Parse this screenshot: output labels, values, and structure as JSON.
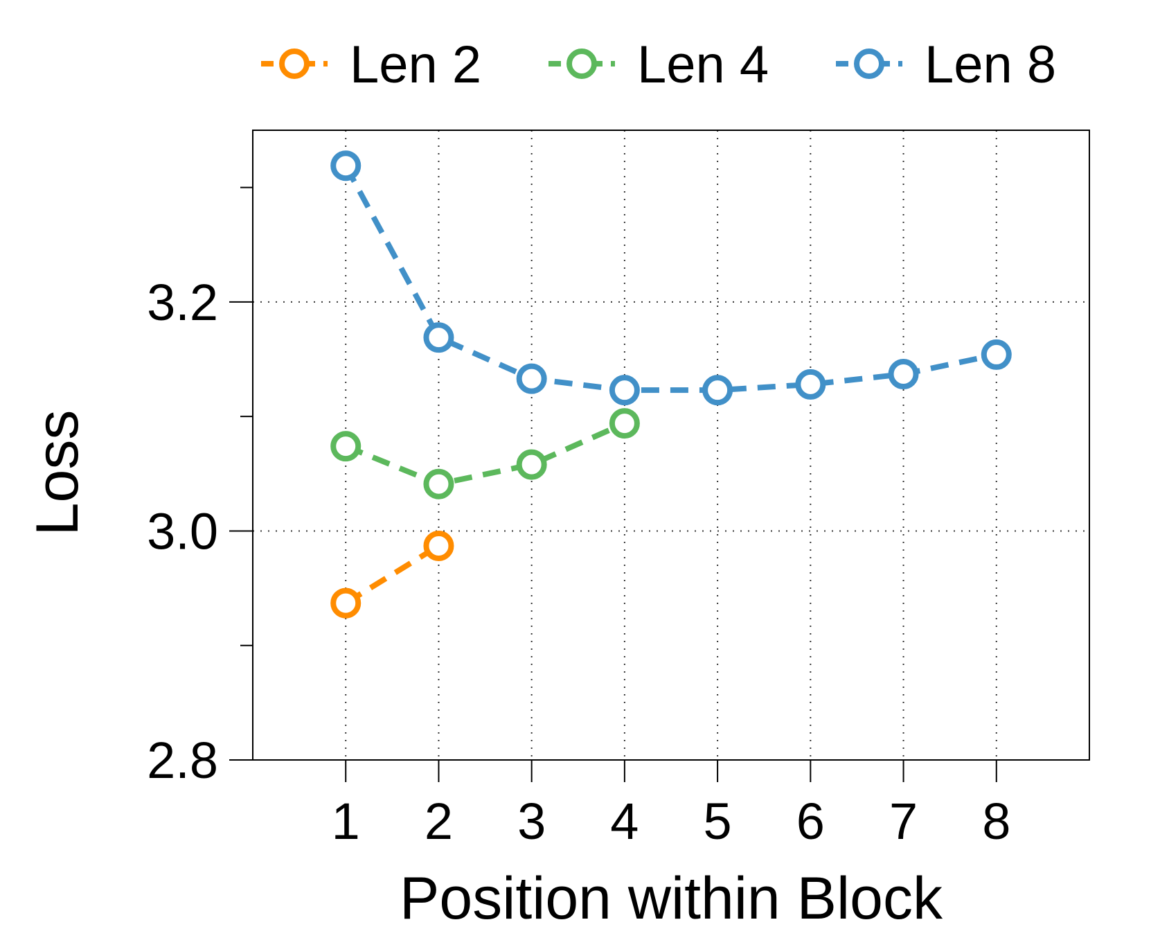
{
  "chart_data": {
    "type": "line",
    "title": "",
    "xlabel": "Position within Block",
    "ylabel": "Loss",
    "x_ticks": [
      1,
      2,
      3,
      4,
      5,
      6,
      7,
      8
    ],
    "x_tick_labels": [
      "1",
      "2",
      "3",
      "4",
      "5",
      "6",
      "7",
      "8"
    ],
    "xlim": [
      0,
      9
    ],
    "y_ticks_major": [
      2.8,
      3.0,
      3.2
    ],
    "y_tick_labels": [
      "2.8",
      "3.0",
      "3.2"
    ],
    "y_ticks_minor": [
      2.9,
      3.1,
      3.3
    ],
    "ylim": [
      2.8,
      3.35
    ],
    "grid": true,
    "legend_position": "top",
    "series": [
      {
        "name": "Len 2",
        "color": "#ff8c00",
        "x": [
          1,
          2
        ],
        "values": [
          2.937,
          2.987
        ]
      },
      {
        "name": "Len 4",
        "color": "#5cb85c",
        "x": [
          1,
          2,
          3,
          4
        ],
        "values": [
          3.074,
          3.041,
          3.058,
          3.094
        ]
      },
      {
        "name": "Len 8",
        "color": "#4190c8",
        "x": [
          1,
          2,
          3,
          4,
          5,
          6,
          7,
          8
        ],
        "values": [
          3.319,
          3.169,
          3.133,
          3.123,
          3.123,
          3.128,
          3.137,
          3.154
        ]
      }
    ]
  }
}
